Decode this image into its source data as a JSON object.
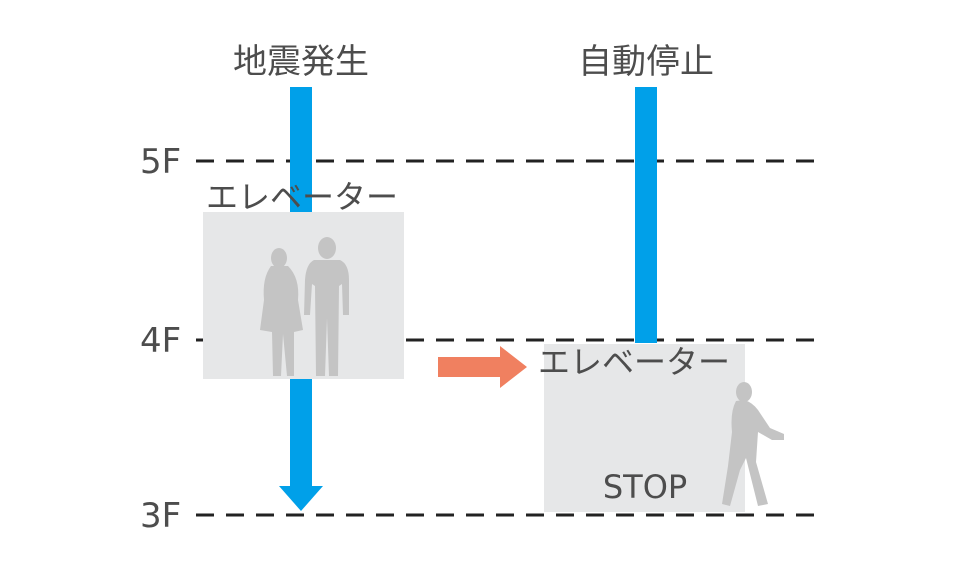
{
  "headings": {
    "left": "地震発生",
    "right": "自動停止"
  },
  "floors": [
    "5F",
    "4F",
    "3F"
  ],
  "elevator_label": "エレベーター",
  "stop_label": "STOP",
  "colors": {
    "shaft": "#00a0e9",
    "arrow": "#f08060",
    "car": "#e6e7e8",
    "figure": "#c4c4c4",
    "text": "#4d4d4d",
    "dash": "#222222"
  },
  "icons": {
    "couple": "standing-couple-silhouette-icon",
    "walker": "walking-woman-silhouette-icon",
    "direction": "right-arrow-icon"
  }
}
